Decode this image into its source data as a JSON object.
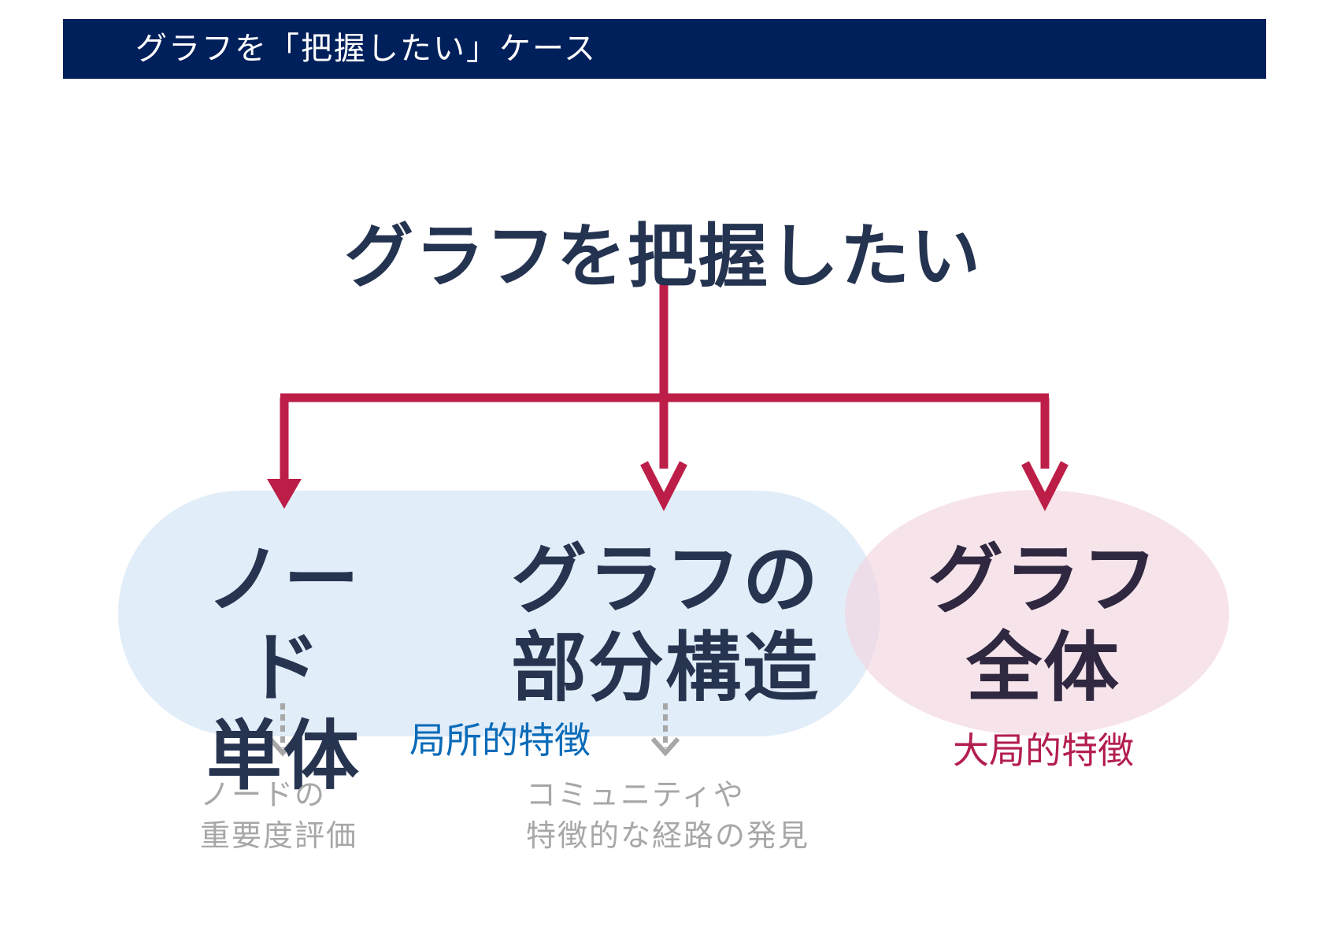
{
  "header": {
    "title": "グラフを「把握したい」ケース"
  },
  "diagram": {
    "root": "グラフを把握したい",
    "nodes": [
      {
        "line1": "ノード",
        "line2": "単体",
        "outcome_line1": "ノードの",
        "outcome_line2": "重要度評価"
      },
      {
        "line1": "グラフの",
        "line2": "部分構造",
        "outcome_line1": "コミュニティや",
        "outcome_line2": "特徴的な経路の発見"
      },
      {
        "line1": "グラフ",
        "line2": "全体"
      }
    ],
    "groups": {
      "local": "局所的特徴",
      "global": "大局的特徴"
    }
  },
  "colors": {
    "header_bg": "#00205b",
    "arrow": "#bd1e48",
    "local_fill": "#d7e7f5",
    "global_fill": "#f5dbe3",
    "local_text": "#0a6bb8",
    "global_text": "#b31e4e",
    "dashed_arrow": "#a7a7a7"
  }
}
